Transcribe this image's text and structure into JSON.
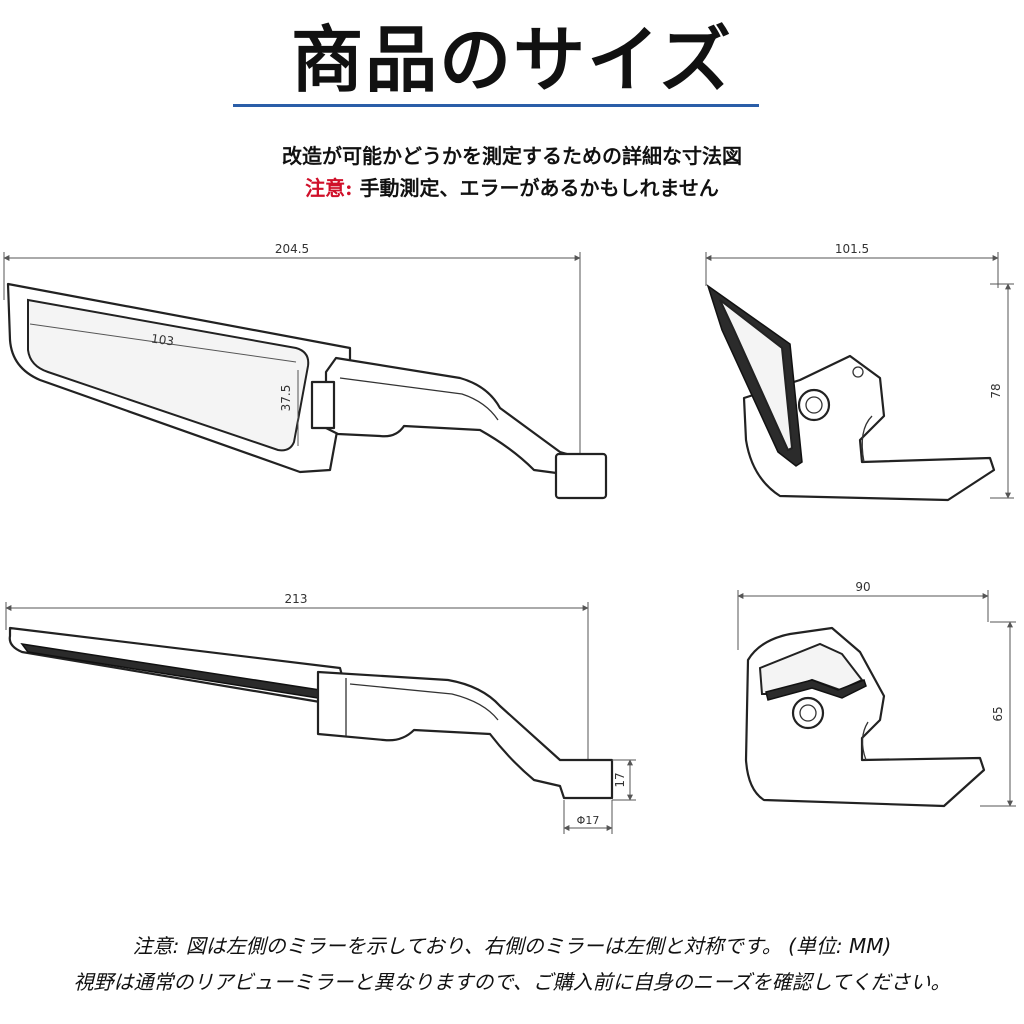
{
  "title": "商品のサイズ",
  "subtitle": "改造が可能かどうかを測定するための詳細な寸法図",
  "caution": {
    "label": "注意:",
    "text": " 手動測定、エラーがあるかもしれません"
  },
  "dimensions": {
    "top_left_width": "204.5",
    "glass_length": "103",
    "glass_height": "37.5",
    "top_right_width": "101.5",
    "top_right_height": "78",
    "bottom_left_width": "213",
    "bottom_left_mount_height": "17",
    "bottom_left_mount_diameter": "Φ17",
    "bottom_right_width": "90",
    "bottom_right_height": "65"
  },
  "footer": {
    "line1": "注意: 図は左側のミラーを示しており、右側のミラーは左側と対称です。 (単位: MM)",
    "line2": "視野は通常のリアビューミラーと異なりますので、ご購入前に自身のニーズを確認してください。"
  },
  "colors": {
    "title_rule": "#2a5ea8",
    "caution_label": "#d0102a"
  }
}
